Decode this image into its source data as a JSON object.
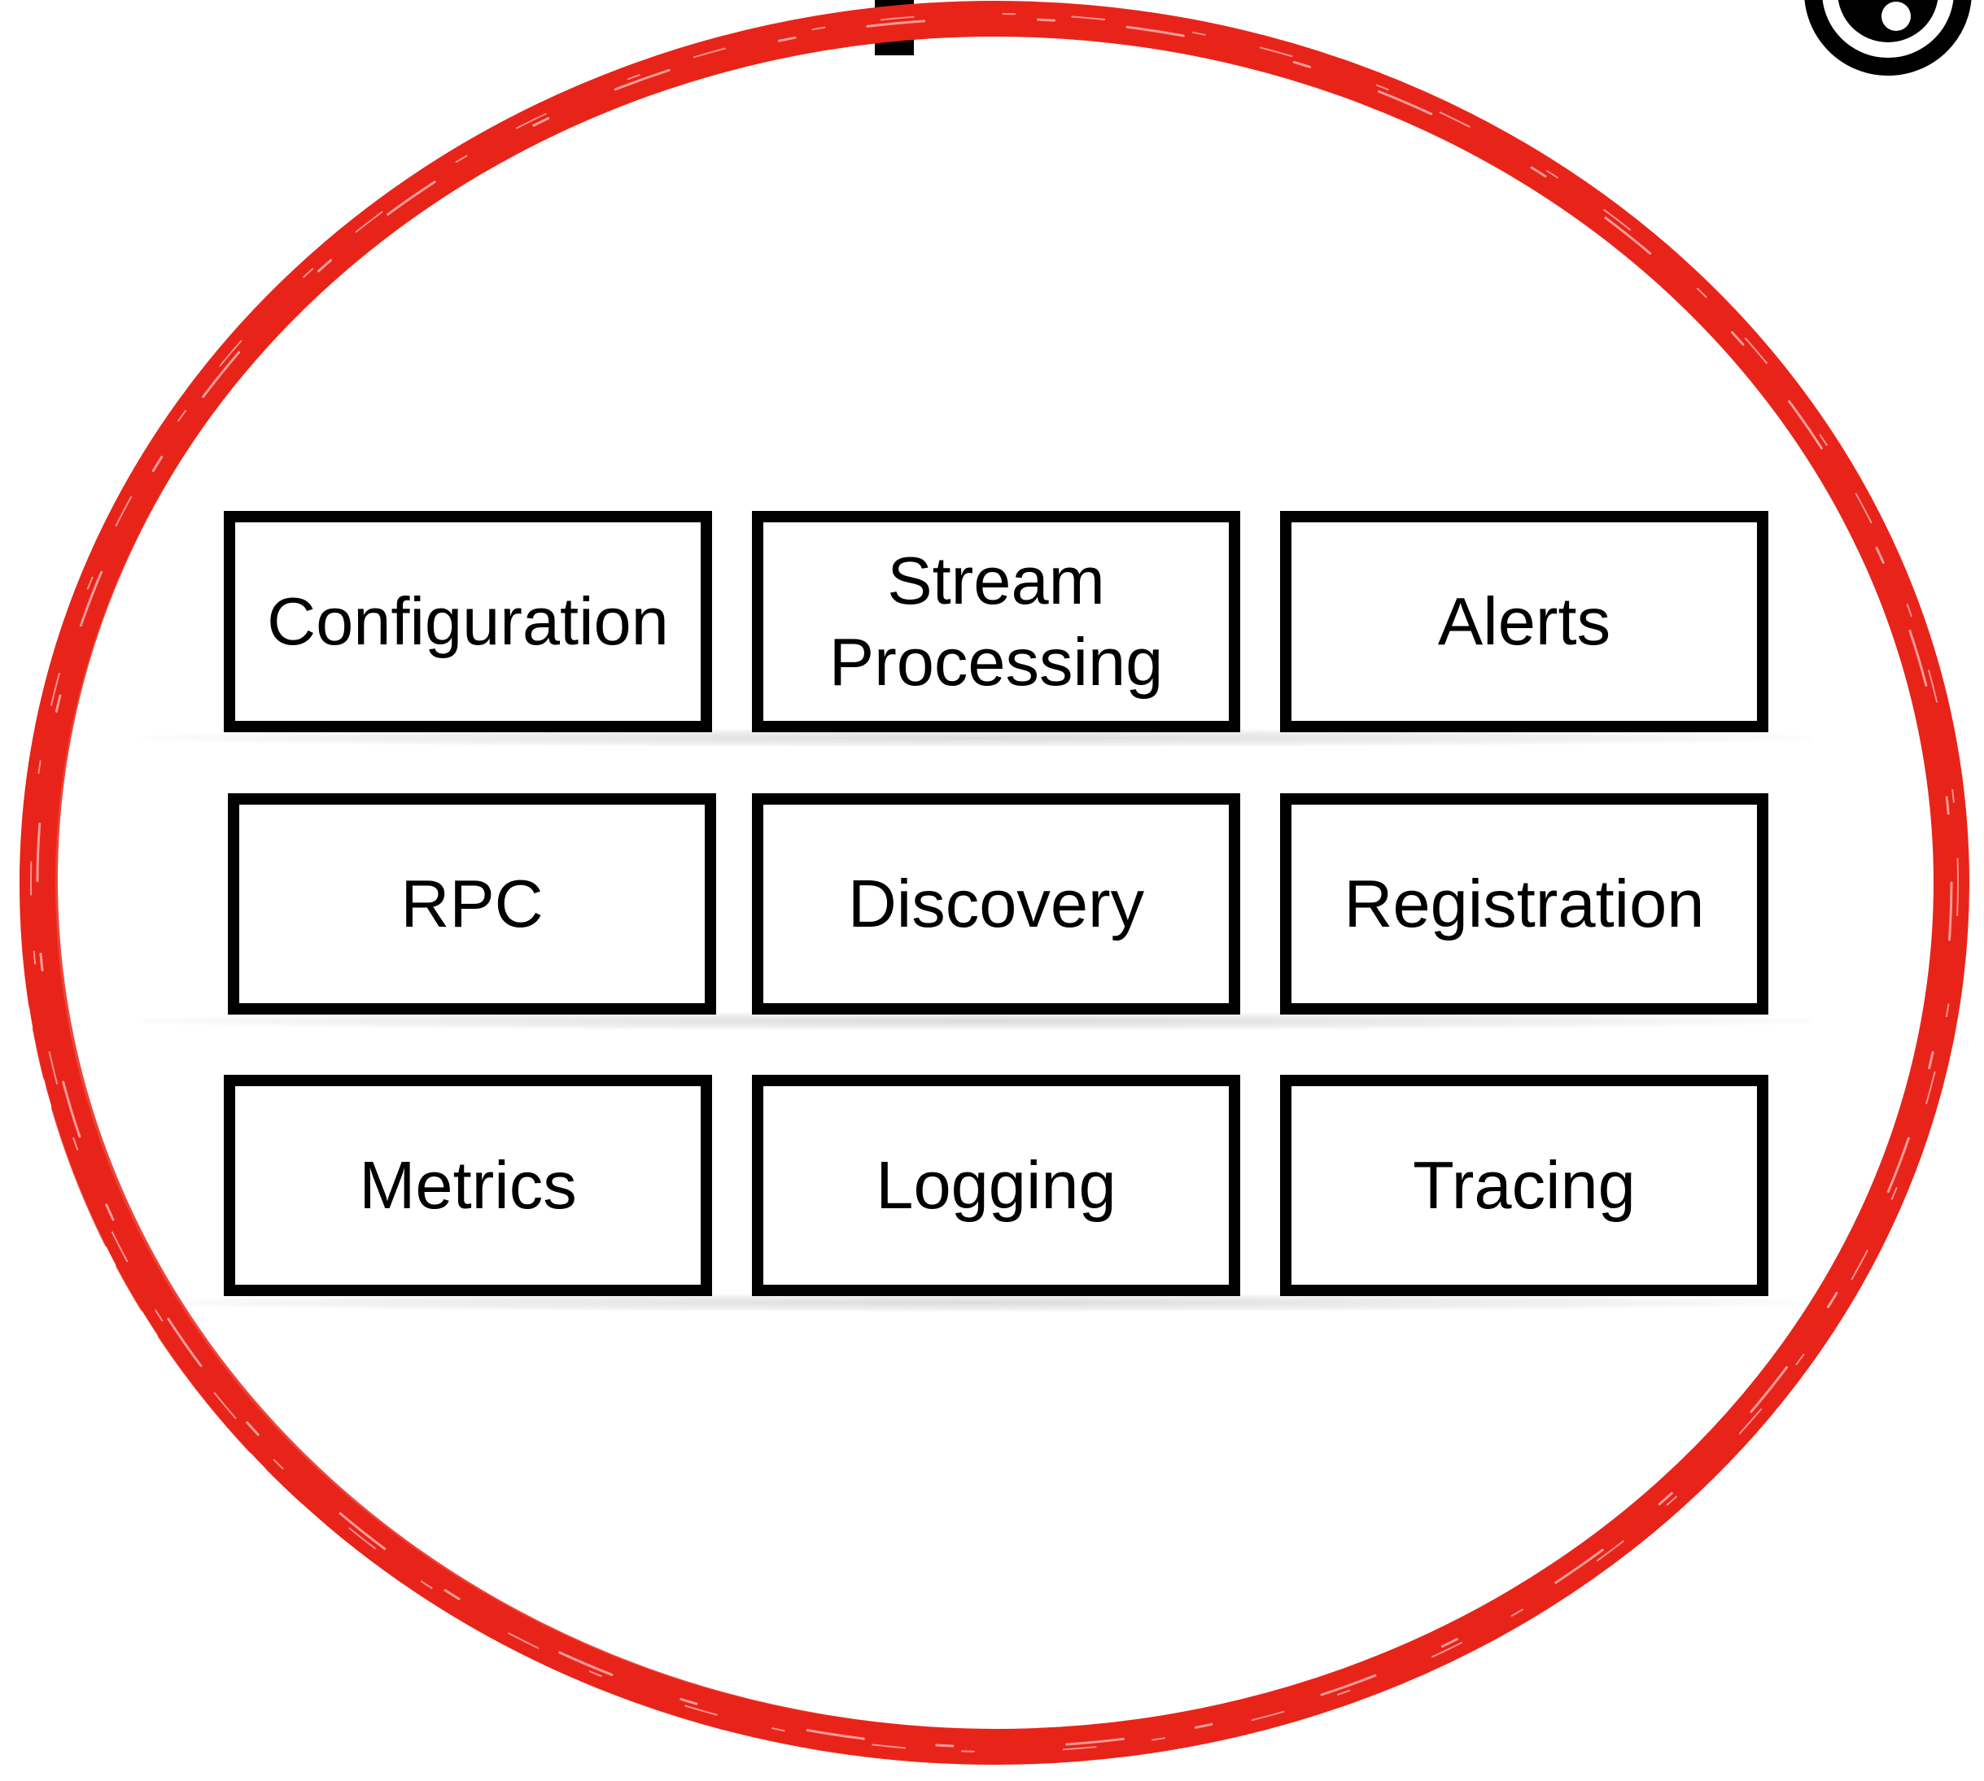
{
  "colors": {
    "circle": "#e8241a",
    "box_border": "#000000",
    "text": "#000000",
    "background": "#ffffff"
  },
  "rows": [
    {
      "boxes": [
        {
          "label": "Configuration"
        },
        {
          "label": "Stream\nProcessing"
        },
        {
          "label": "Alerts"
        }
      ]
    },
    {
      "boxes": [
        {
          "label": "RPC"
        },
        {
          "label": "Discovery"
        },
        {
          "label": "Registration"
        }
      ]
    },
    {
      "boxes": [
        {
          "label": "Metrics"
        },
        {
          "label": "Logging"
        },
        {
          "label": "Tracing"
        }
      ]
    }
  ],
  "decorations": {
    "top_center_mark": "partial-glyph",
    "top_right_icon": "circular-logo-icon"
  }
}
